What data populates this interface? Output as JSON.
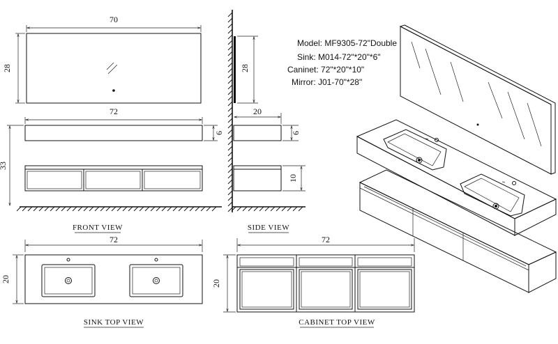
{
  "spec": {
    "model": "Model: MF9305-72\"Double",
    "sink": "Sink:  M014-72\"*20\"*6\"",
    "cabinet": "Caninet:  72\"*20\"*10\"",
    "mirror": "Mirror: J01-70\"*28\""
  },
  "captions": {
    "front_view": "FRONT VIEW",
    "side_view": "SIDE VIEW",
    "sink_top_view": "SINK TOP VIEW",
    "cabinet_top_view": "CABINET TOP VIEW"
  },
  "dimensions": {
    "mirror_width": "70",
    "mirror_height": "28",
    "side_mirror_height": "28",
    "sink_width": "72",
    "sink_thickness": "6",
    "overall_height": "33",
    "side_depth": "20",
    "side_sink_thickness": "6",
    "side_cabinet_height": "10",
    "sink_top_width": "72",
    "sink_top_depth": "20",
    "cabinet_top_width": "72",
    "cabinet_top_depth": "20"
  }
}
